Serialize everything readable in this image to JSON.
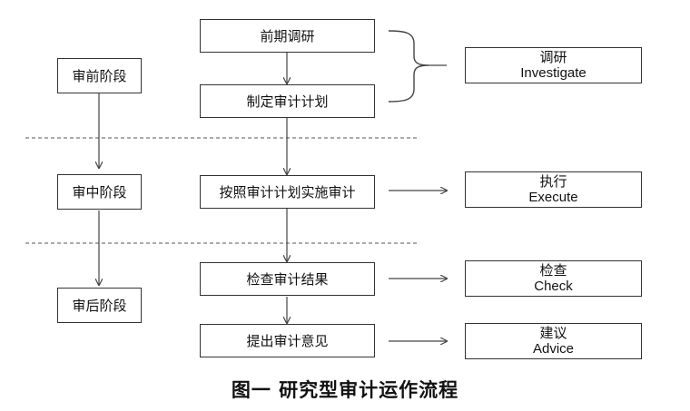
{
  "stages": [
    {
      "label": "审前阶段"
    },
    {
      "label": "审中阶段"
    },
    {
      "label": "审后阶段"
    }
  ],
  "steps": [
    {
      "label": "前期调研"
    },
    {
      "label": "制定审计计划"
    },
    {
      "label": "按照审计计划实施审计"
    },
    {
      "label": "检查审计结果"
    },
    {
      "label": "提出审计意见"
    }
  ],
  "outcomes": [
    {
      "zh": "调研",
      "en": "Investigate"
    },
    {
      "zh": "执行",
      "en": "Execute"
    },
    {
      "zh": "检查",
      "en": "Check"
    },
    {
      "zh": "建议",
      "en": "Advice"
    }
  ],
  "caption": "图一 研究型审计运作流程"
}
